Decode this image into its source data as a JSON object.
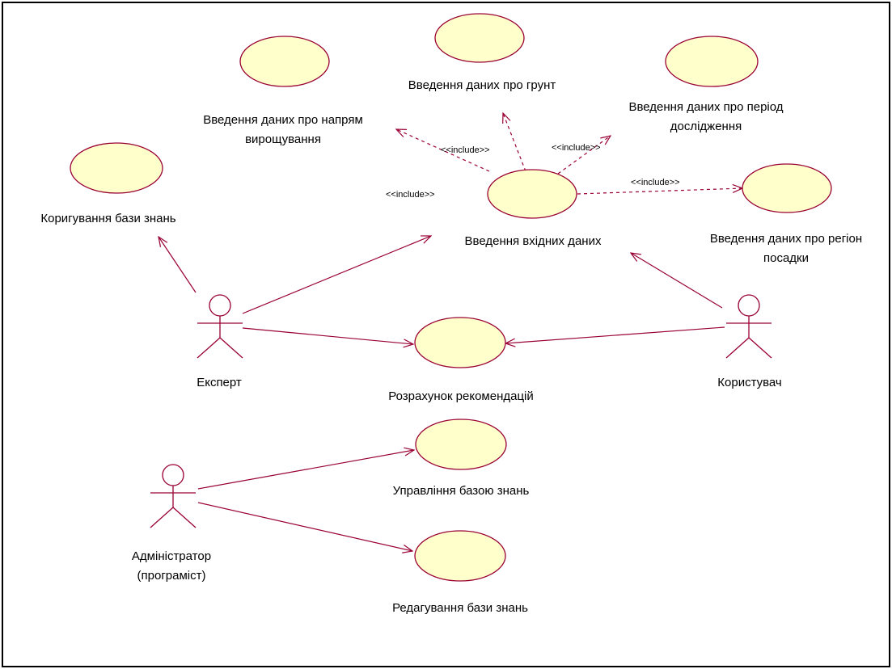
{
  "diagram": {
    "colors": {
      "usecase_fill": "#ffffcc",
      "usecase_stroke": "#990033",
      "line": "#990033",
      "border": "#000000"
    },
    "actors": {
      "expert": "Експерт",
      "user": "Користувач",
      "admin_line1": "Адміністратор",
      "admin_line2": "(програміст)"
    },
    "usecases": {
      "soil": "Введення даних про грунт",
      "direction_line1": "Введення даних про напрям",
      "direction_line2": "вирощування",
      "period_line1": "Введення даних про період",
      "period_line2": "дослідження",
      "kb_correction": "Коригування бази знань",
      "input_data": "Введення вхідних даних",
      "region_line1": "Введення даних про регіон",
      "region_line2": "посадки",
      "calc": "Розрахунок рекомендацій",
      "kb_manage": "Управління базою знань",
      "kb_edit": "Редагування бази знань"
    },
    "stereotypes": {
      "s1": "<<include>>",
      "s2": "<<include>>",
      "s3": "<<include>>",
      "s4": "<<include>>"
    }
  }
}
